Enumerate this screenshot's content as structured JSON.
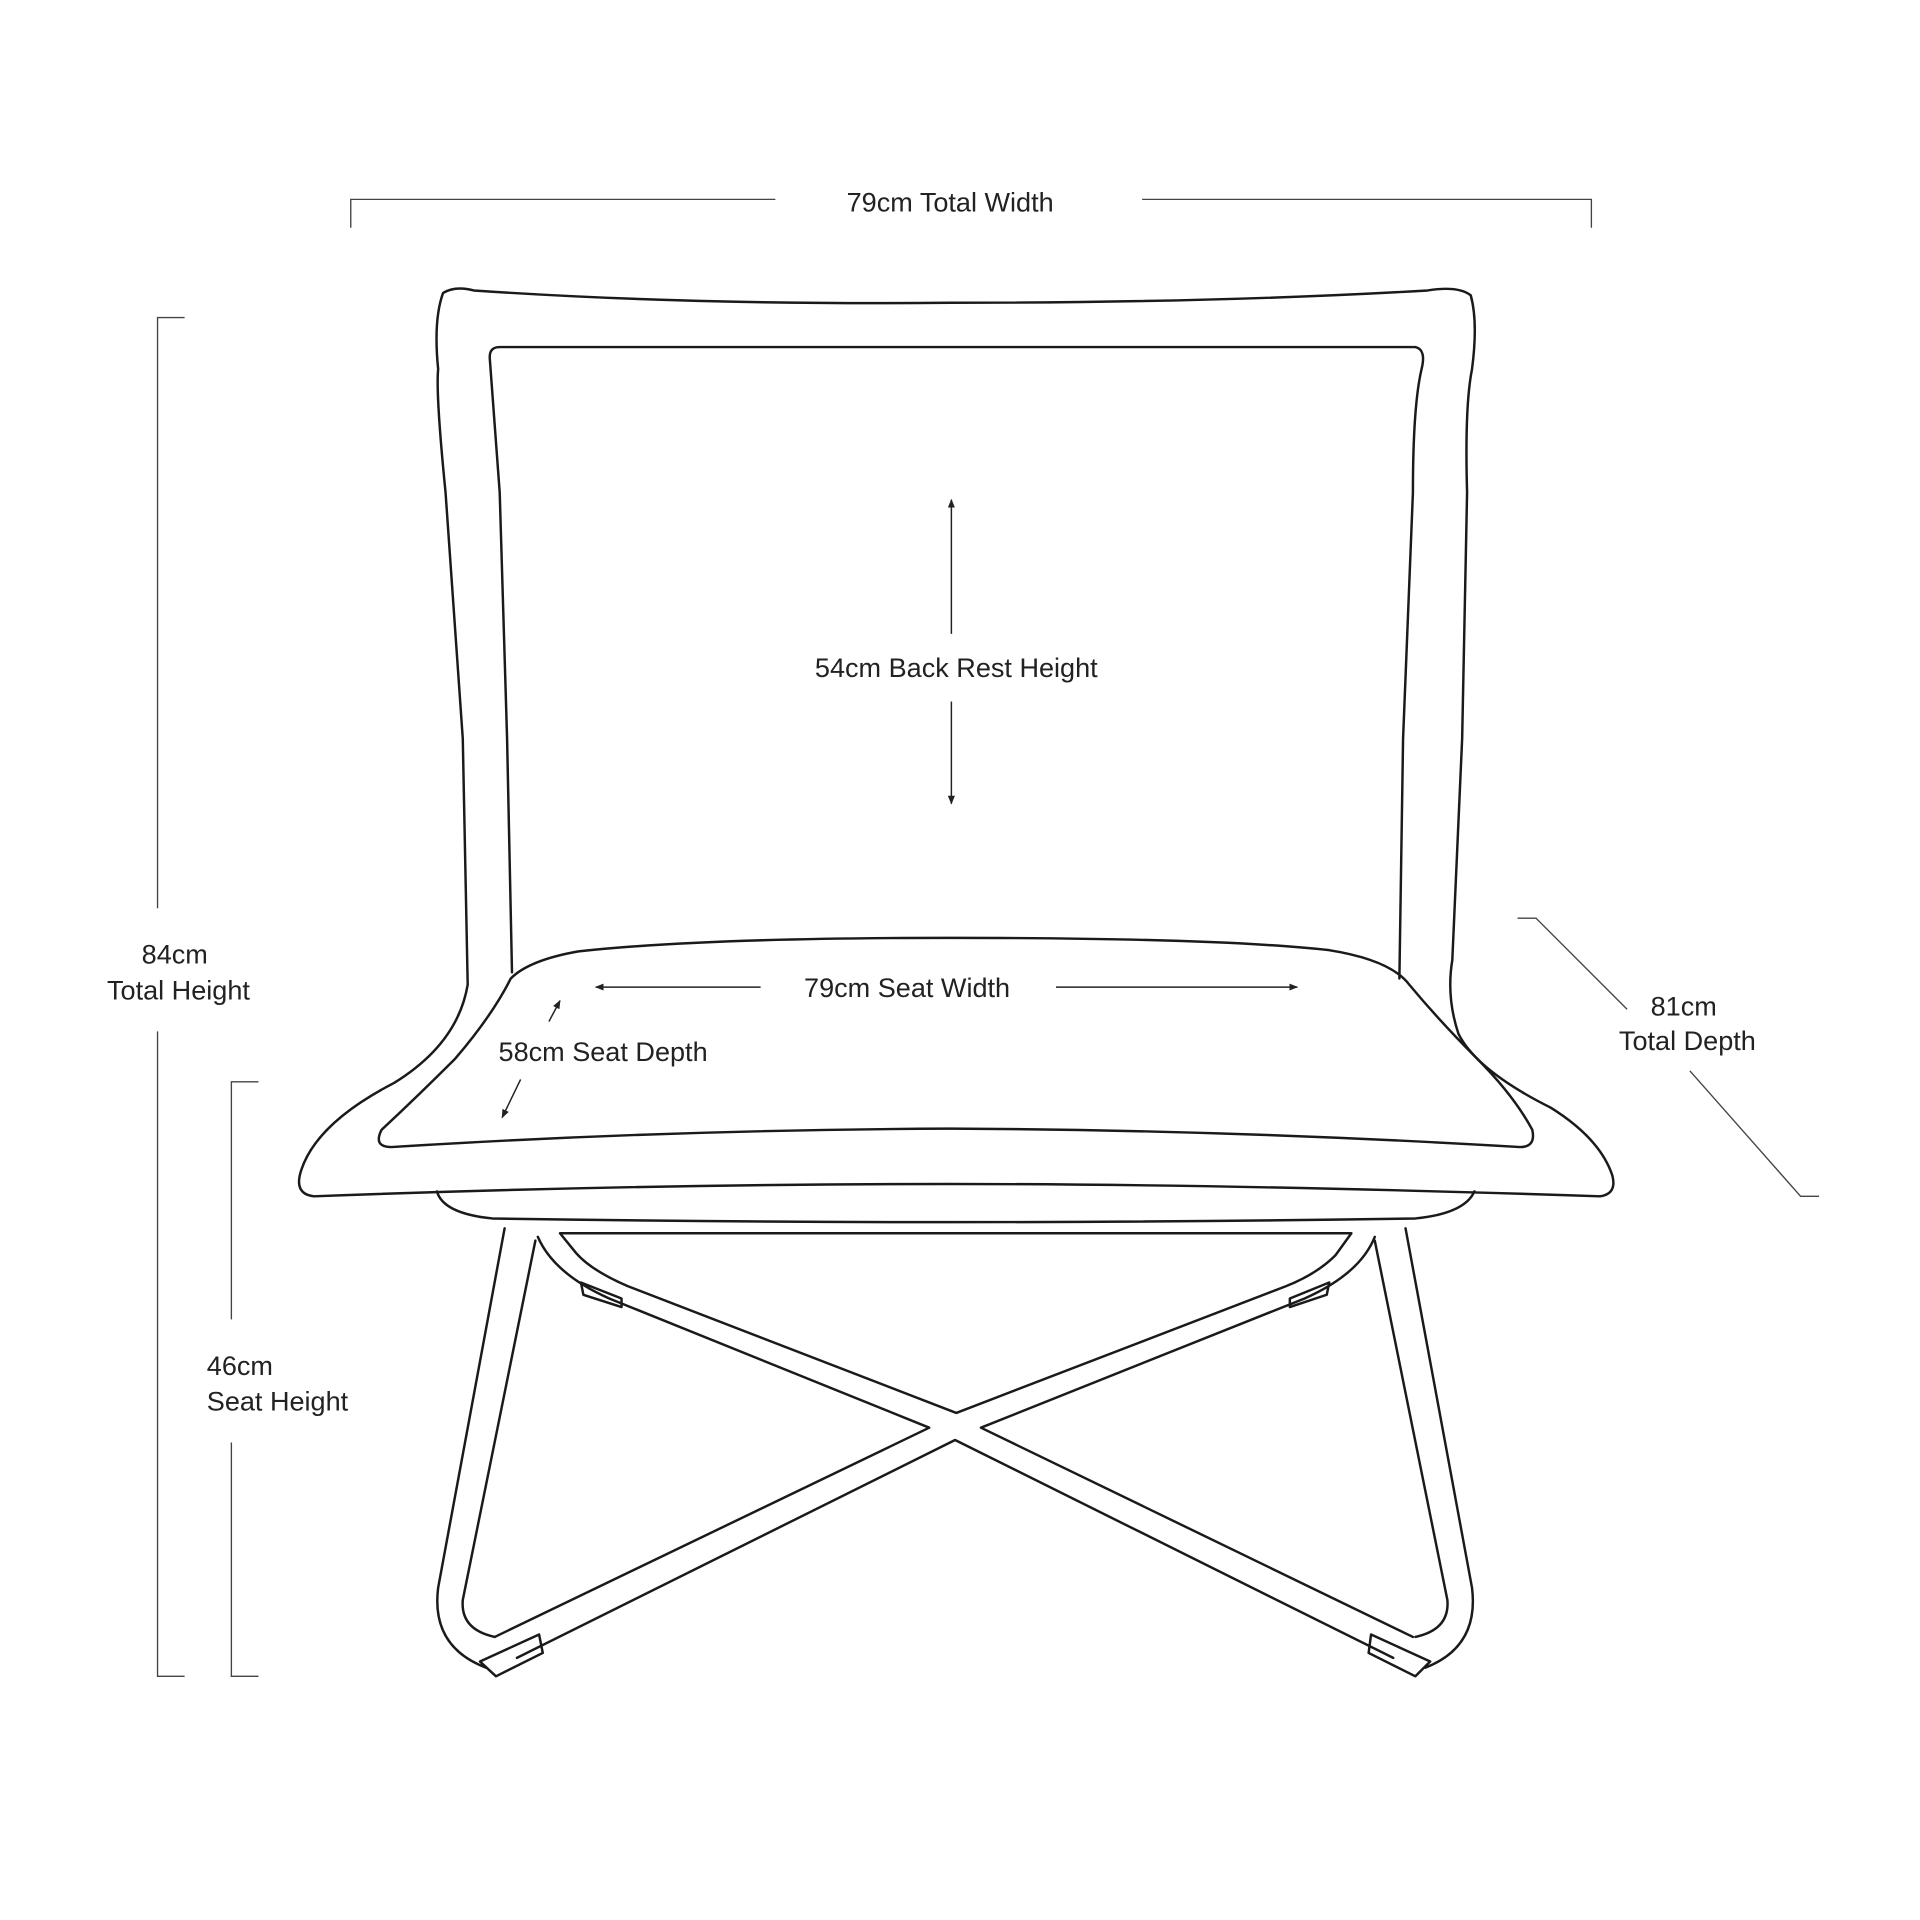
{
  "dimensions": {
    "total_width": "79cm Total Width",
    "total_height_value": "84cm",
    "total_height_label": "Total Height",
    "seat_height_value": "46cm",
    "seat_height_label": "Seat Height",
    "total_depth_value": "81cm",
    "total_depth_label": "Total Depth",
    "back_rest_height": "54cm Back Rest Height",
    "seat_width": "79cm Seat Width",
    "seat_depth": "58cm Seat Depth"
  },
  "colors": {
    "line": "#1a1a1a",
    "text": "#222222",
    "background": "#ffffff"
  }
}
